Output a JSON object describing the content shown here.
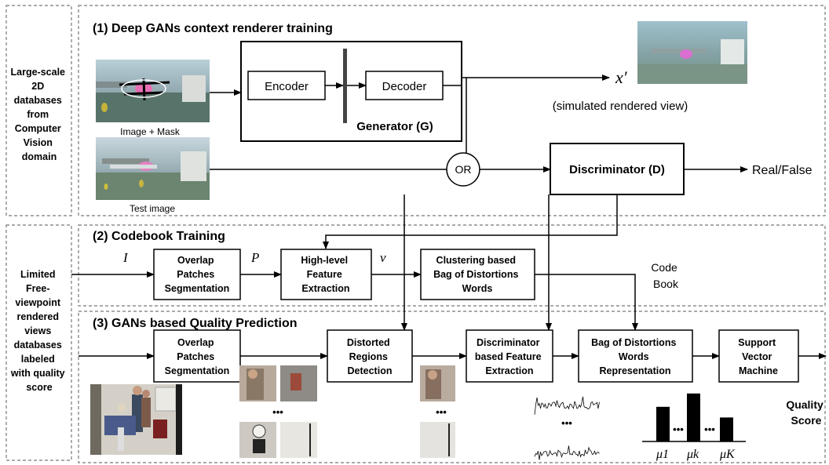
{
  "left_labels": {
    "top": [
      "Large-scale",
      "2D",
      "databases",
      "from",
      "Computer",
      "Vision",
      "domain"
    ],
    "bottom": [
      "Limited",
      "Free-",
      "viewpoint",
      "rendered",
      "views",
      "databases",
      "labeled",
      "with quality",
      "score"
    ]
  },
  "section1": {
    "title": "(1) Deep GANs context renderer training",
    "encoder": "Encoder",
    "decoder": "Decoder",
    "generator": "Generator (G)",
    "image_mask_caption": "Image + Mask",
    "test_image_caption": "Test image",
    "or_label": "OR",
    "discriminator": "Discriminator (D)",
    "output_label": "Real/False",
    "x_prime": "x′",
    "simulated_caption": "(simulated  rendered view)"
  },
  "section2": {
    "title": "(2) Codebook Training",
    "symbol_I": "I",
    "symbol_P": "P",
    "symbol_v": "v",
    "overlap_box": [
      "Overlap",
      "Patches",
      "Segmentation"
    ],
    "feature_box": [
      "High-level",
      "Feature",
      "Extraction"
    ],
    "cluster_box": [
      "Clustering based",
      "Bag of Distortions",
      "Words"
    ],
    "codebook": [
      "Code",
      "Book"
    ]
  },
  "section3": {
    "title": "(3) GANs based Quality Prediction",
    "overlap_box": [
      "Overlap",
      "Patches",
      "Segmentation"
    ],
    "distorted_box": [
      "Distorted",
      "Regions",
      "Detection"
    ],
    "disc_feature_box": [
      "Discriminator",
      "based Feature",
      "Extraction"
    ],
    "bag_box": [
      "Bag of Distortions",
      "Words",
      "Representation"
    ],
    "svm_box": [
      "Support",
      "Vector",
      "Machine"
    ],
    "ellipsis": "•••",
    "quality_score": [
      "Quality",
      "Score"
    ],
    "histogram_labels": [
      "μ1",
      "μk",
      "μK"
    ],
    "histogram_levels": [
      0.65,
      0.9,
      0.45
    ]
  }
}
